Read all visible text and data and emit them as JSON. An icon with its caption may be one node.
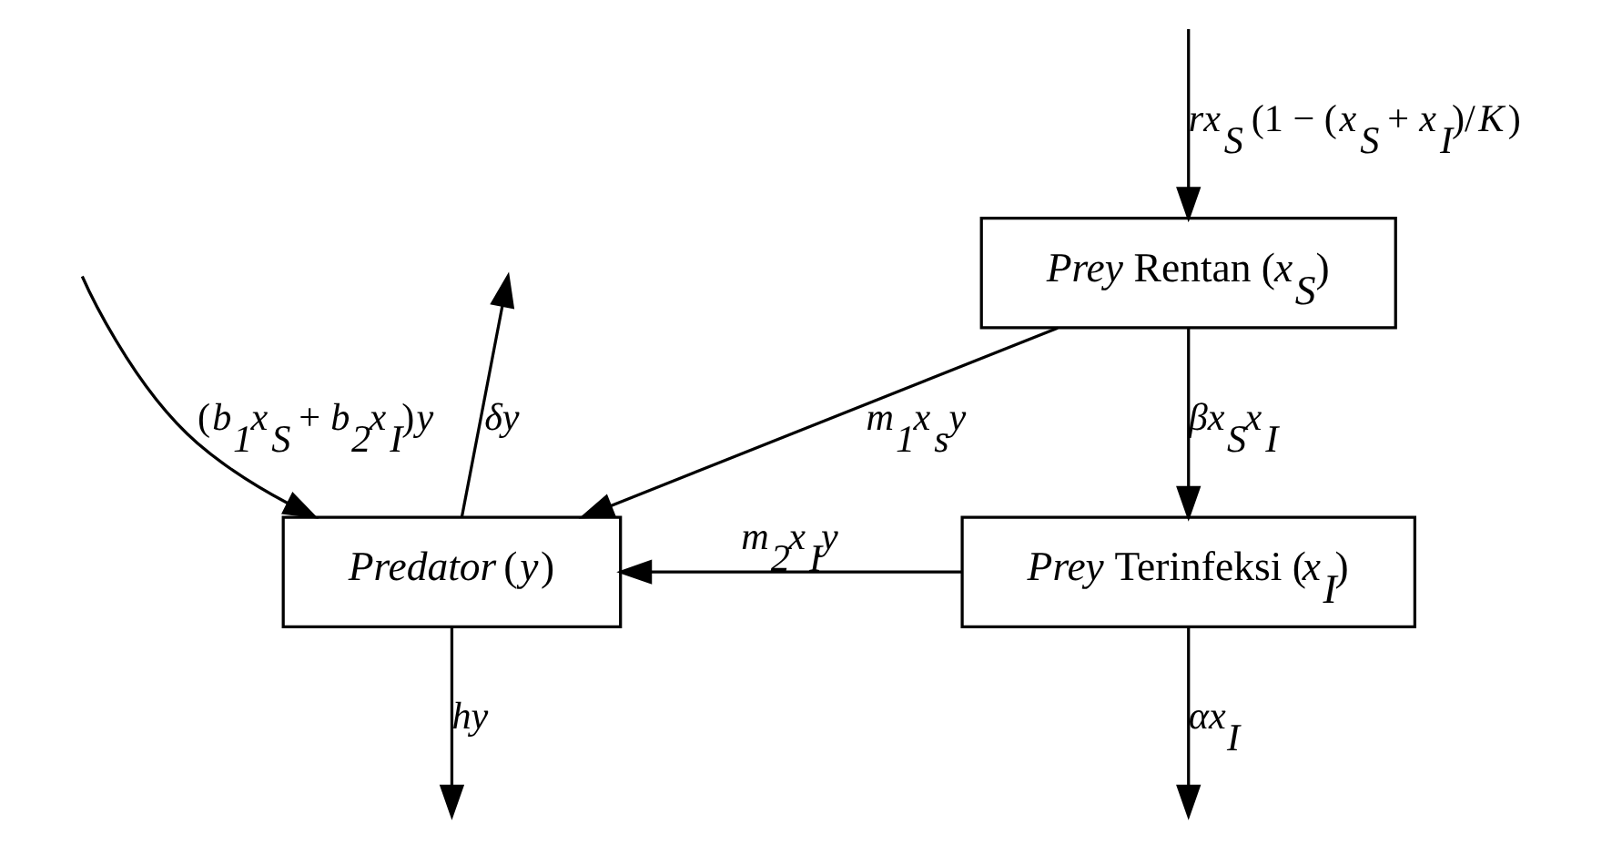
{
  "diagram": {
    "nodes": [
      {
        "text": [
          "*Prey* Rentan (*x*$_{S}$)"
        ]
      },
      {
        "text": [
          "*Predator* (*y*)"
        ]
      },
      {
        "text": [
          "*Prey* Terinfeksi (*x*$_{I}$)"
        ]
      }
    ],
    "edges": [
      {
        "from": null,
        "to": 0,
        "arrow": "to",
        "label": "*rx*$_{S}$ (1 − (*x*$_{S}$ + *x*$_{I}$)/*K*)"
      },
      {
        "from": 0,
        "to": 1,
        "arrow": "to",
        "label": "*m*$_{1}$*x*$_{s}$*y*"
      },
      {
        "from": 0,
        "to": 2,
        "arrow": "to",
        "label": "*βx*$_{S}$*x*$_{I}$"
      },
      {
        "from": 2,
        "to": 1,
        "arrow": "to",
        "label": "*m*$_{2}$*x*$_{I}$*y*"
      },
      {
        "from": null,
        "to": 1,
        "arrow": "to",
        "label": "(*b*$_{1}$*x*$_{S}$ + *b*$_{2}$*x*$_{I}$)*y*"
      },
      {
        "from": 1,
        "to": null,
        "arrow": "to",
        "label": "*δy*"
      },
      {
        "from": 1,
        "to": null,
        "arrow": "to",
        "label": "*hy*"
      },
      {
        "from": 2,
        "to": null,
        "arrow": "to",
        "label": "*αx*$_{I}$"
      }
    ]
  }
}
